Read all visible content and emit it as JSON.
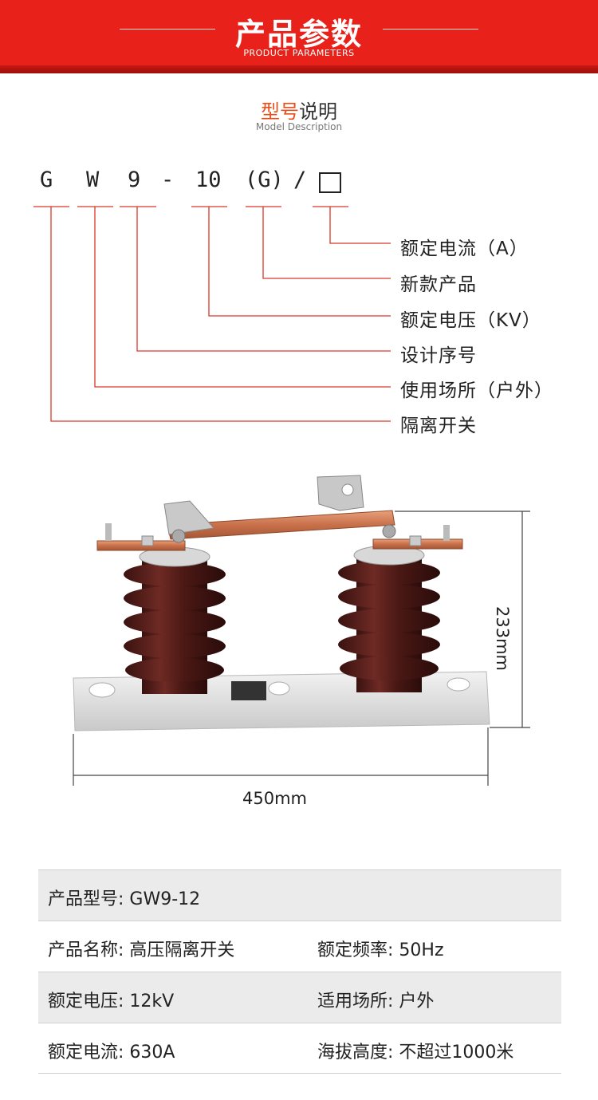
{
  "header": {
    "title": "产品参数",
    "subtitle": "PRODUCT PARAMETERS"
  },
  "section": {
    "title_highlight": "型号",
    "title_rest": "说明",
    "subtitle": "Model Description"
  },
  "model_code": {
    "chars": [
      "G",
      "W",
      "9",
      "-",
      "10",
      "(G)",
      "/"
    ]
  },
  "legend": [
    "额定电流（A）",
    "新款产品",
    "额定电压（KV）",
    "设计序号",
    "使用场所（户外）",
    "隔离开关"
  ],
  "dimensions": {
    "height": "233mm",
    "width": "450mm"
  },
  "specs": {
    "row1": {
      "c1": "产品型号: GW9-12"
    },
    "row2": {
      "c1": "产品名称: 高压隔离开关",
      "c2": "额定频率: 50Hz"
    },
    "row3": {
      "c1": "额定电压: 12kV",
      "c2": "适用场所: 户外"
    },
    "row4": {
      "c1": "额定电流: 630A",
      "c2": "海拔高度: 不超过1000米"
    }
  },
  "colors": {
    "brand_red": "#e8221b",
    "accent_orange": "#e8501b",
    "leader_red": "#d8382a",
    "table_gray": "#ebebeb"
  }
}
